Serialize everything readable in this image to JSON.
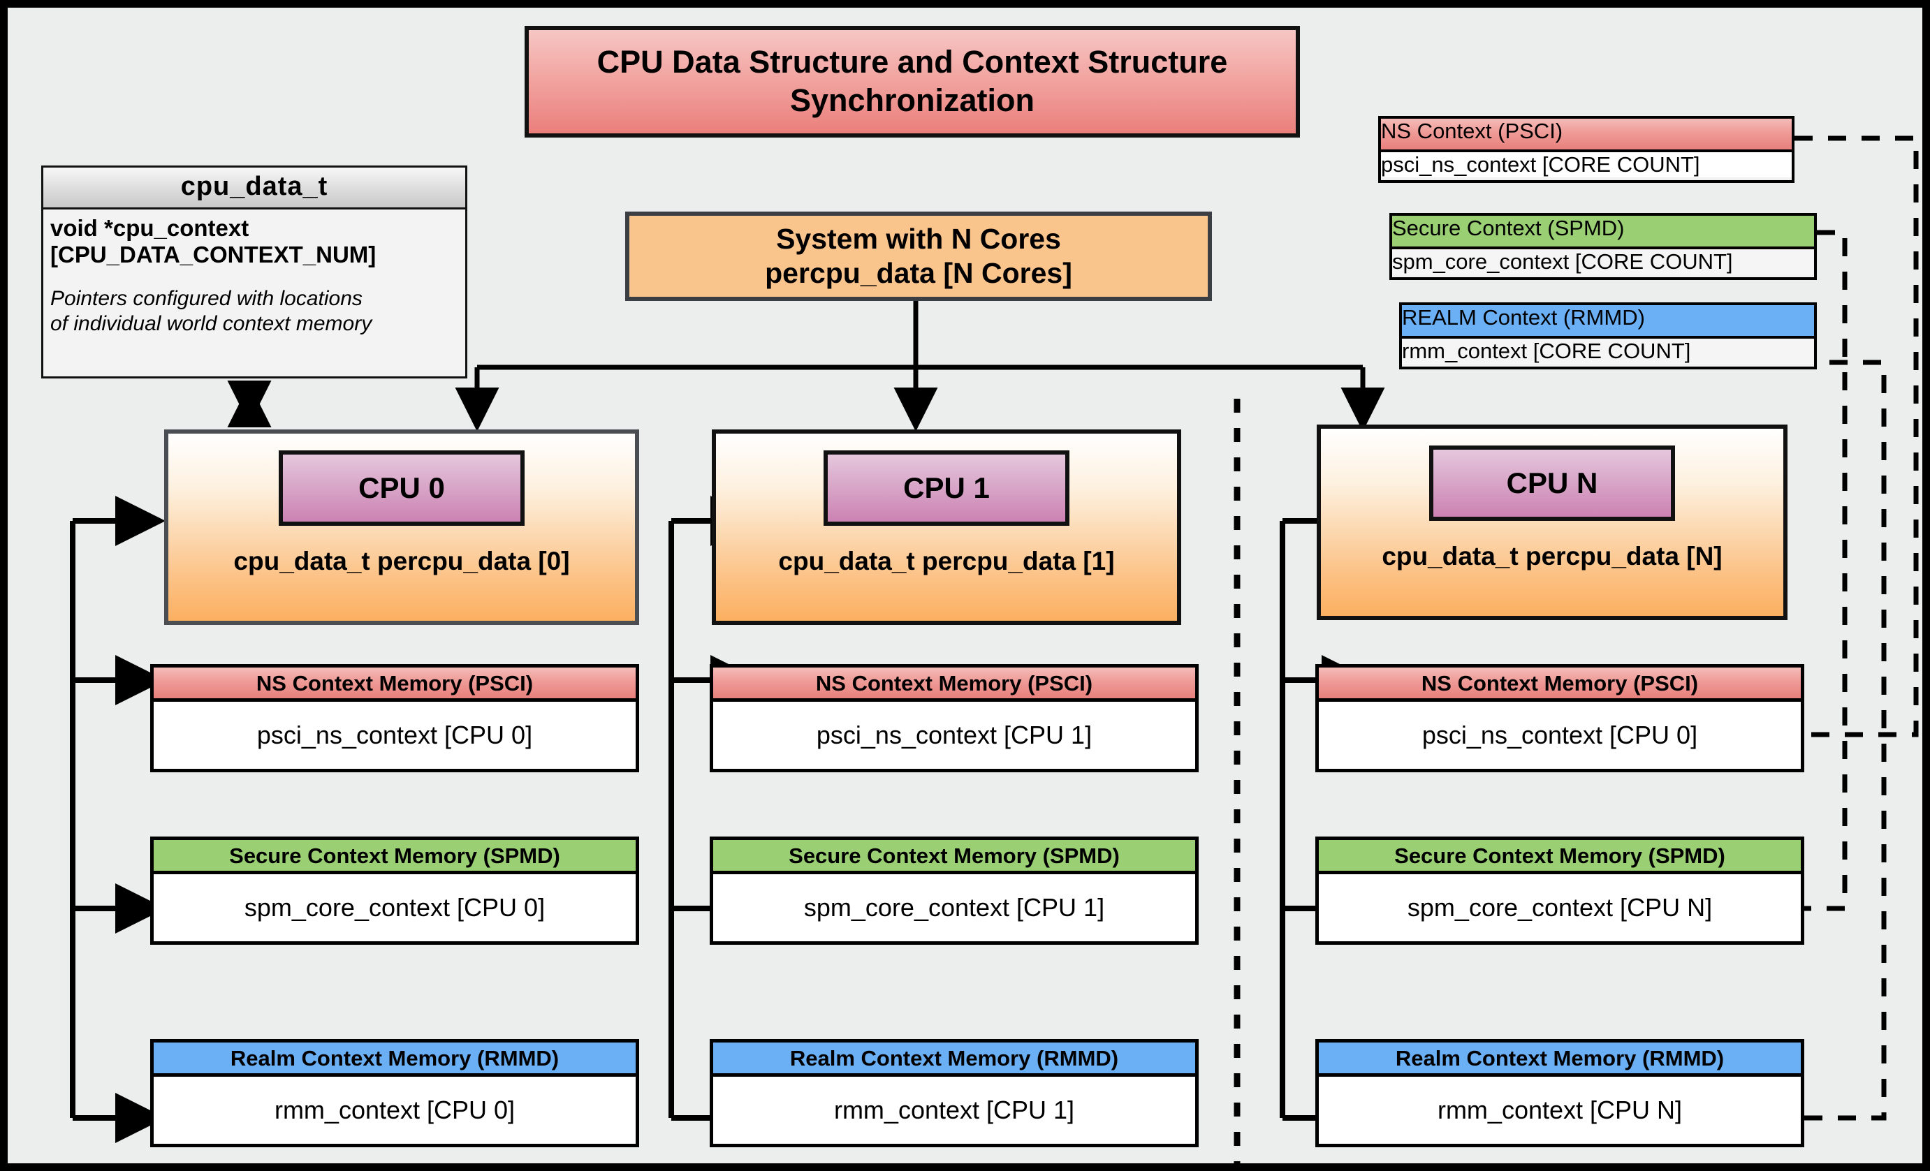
{
  "diagram": {
    "title": "CPU Data Structure and Context Structure Synchronization",
    "system_box": {
      "line1": "System with N Cores",
      "line2": "percpu_data [N Cores]"
    },
    "struct_card": {
      "name": "cpu_data_t",
      "field": "void  *cpu_context [CPU_DATA_CONTEXT_NUM]",
      "field_line1": "void  *cpu_context",
      "field_line2": "[CPU_DATA_CONTEXT_NUM]",
      "note_line1": "Pointers configured with locations",
      "note_line2": "of individual world context memory"
    },
    "global_contexts": [
      {
        "id": "ns",
        "header": "NS Context  (PSCI)",
        "value": "psci_ns_context [CORE COUNT]",
        "color": "#e8807c"
      },
      {
        "id": "secure",
        "header": "Secure Context (SPMD)",
        "value": "spm_core_context [CORE COUNT]",
        "color": "#9ad073"
      },
      {
        "id": "realm",
        "header": "REALM Context (RMMD)",
        "value": "rmm_context [CORE COUNT]",
        "color": "#6bb0f5"
      }
    ],
    "cpu_columns": [
      {
        "chip_label": "CPU 0",
        "percpu_label": "cpu_data_t percpu_data [0]",
        "contexts": [
          {
            "id": "ns",
            "header": "NS Context Memory (PSCI)",
            "value": "psci_ns_context [CPU 0]"
          },
          {
            "id": "secure",
            "header": "Secure Context Memory (SPMD)",
            "value": "spm_core_context [CPU 0]"
          },
          {
            "id": "realm",
            "header": "Realm Context Memory (RMMD)",
            "value": "rmm_context [CPU 0]"
          }
        ]
      },
      {
        "chip_label": "CPU 1",
        "percpu_label": "cpu_data_t percpu_data [1]",
        "contexts": [
          {
            "id": "ns",
            "header": "NS Context Memory (PSCI)",
            "value": "psci_ns_context [CPU 1]"
          },
          {
            "id": "secure",
            "header": "Secure Context Memory (SPMD)",
            "value": "spm_core_context [CPU 1]"
          },
          {
            "id": "realm",
            "header": "Realm Context Memory (RMMD)",
            "value": "rmm_context [CPU 1]"
          }
        ]
      },
      {
        "chip_label": "CPU N",
        "percpu_label": "cpu_data_t percpu_data [N]",
        "contexts": [
          {
            "id": "ns",
            "header": "NS Context Memory (PSCI)",
            "value": "psci_ns_context [CPU 0]"
          },
          {
            "id": "secure",
            "header": "Secure Context Memory (SPMD)",
            "value": "spm_core_context [CPU N]"
          },
          {
            "id": "realm",
            "header": "Realm Context Memory (RMMD)",
            "value": "rmm_context [CPU N]"
          }
        ]
      }
    ],
    "colors": {
      "canvas_background": "#eceded",
      "title_accent": "#ea7f7c",
      "ns_accent": "#e8807c",
      "secure_accent": "#9ad073",
      "realm_accent": "#6bb0f5",
      "cpu_card_accent": "#fbb061",
      "cpu_chip_accent": "#cc82b3",
      "system_box_accent": "#fac58d",
      "line": "#000000"
    }
  }
}
